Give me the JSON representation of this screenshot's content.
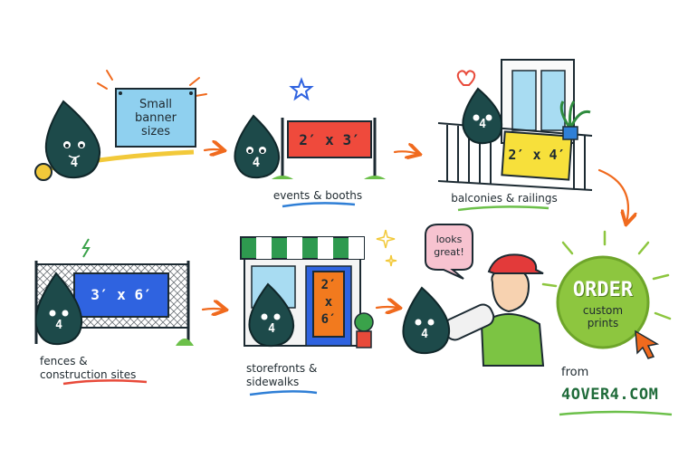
{
  "panels": {
    "small": {
      "title": "Small\nbanner\nsizes"
    },
    "events": {
      "size": "2′ x 3′",
      "caption": "events & booths"
    },
    "balconies": {
      "size": "2′ x 4′",
      "caption": "balconies & railings"
    },
    "fences": {
      "size": "3′ x 6′",
      "caption": "fences &\nconstruction sites"
    },
    "storefronts": {
      "size": "2′\nx\n6′",
      "caption": "storefronts &\nsidewalks"
    },
    "customer": {
      "speech": "looks\ngreat!"
    }
  },
  "mascot": {
    "label": "4"
  },
  "cta": {
    "headline": "ORDER",
    "sub": "custom\nprints",
    "from": "from",
    "brand": "4OVER4.COM"
  },
  "colors": {
    "mascot": "#1d4a4a",
    "blue_banner": "#8fd0ef",
    "red_banner": "#ef4a3c",
    "yellow_banner": "#f7e03b",
    "royal_banner": "#2f63e0",
    "orange_banner": "#f27a1e",
    "cta_green": "#8dc63f",
    "arrow_orange": "#f06a1e",
    "underline_blue": "#2f7fd6",
    "underline_green": "#6cc04a",
    "underline_red": "#e84a3a"
  }
}
